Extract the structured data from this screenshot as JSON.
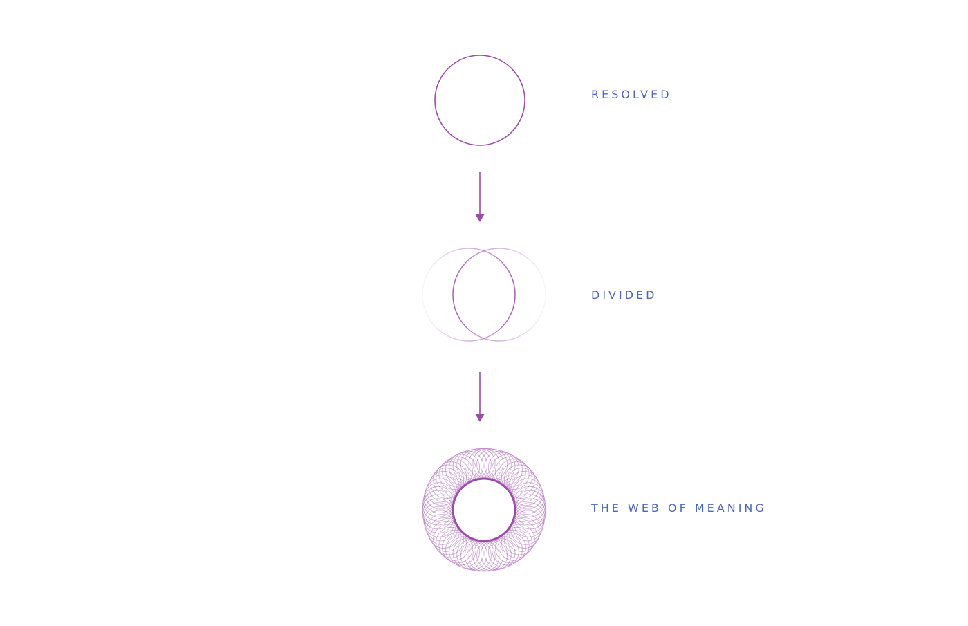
{
  "colors": {
    "stroke": "#9b4ca8",
    "label": "#4f67b8",
    "background": "#ffffff"
  },
  "stages": [
    {
      "label": "RESOLVED",
      "icon": "single-circle-icon"
    },
    {
      "label": "DIVIDED",
      "icon": "overlapping-circles-icon"
    },
    {
      "label": "THE WEB OF MEANING",
      "icon": "woven-ring-icon"
    }
  ],
  "connectors": [
    {
      "icon": "arrow-down-icon"
    },
    {
      "icon": "arrow-down-icon"
    }
  ]
}
